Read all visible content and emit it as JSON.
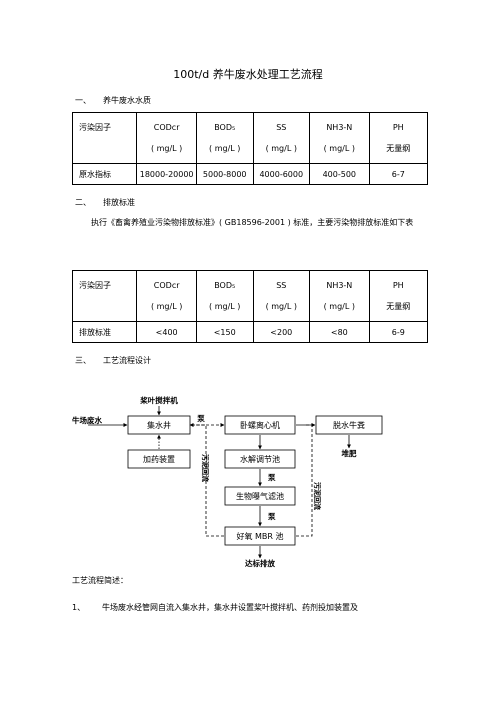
{
  "doc": {
    "title": "100t/d 养牛废水处理工艺流程",
    "s1": {
      "num": "一、",
      "title": "养牛废水水质"
    },
    "s2": {
      "num": "二、",
      "title": "排放标准"
    },
    "s3": {
      "num": "三、",
      "title": "工艺流程设计"
    },
    "para": "执行《畜禽养殖业污染物排放标准》( GB18596-2001 ) 标准，主要污染物排放标准如下表",
    "summary_title": "工艺流程简述：",
    "summary_item": {
      "num": "1、",
      "text": "牛场废水经管网自流入集水井，集水井设置桨叶搅拌机、药剂投加装置及"
    }
  },
  "table1": {
    "header": {
      "label": "污染因子",
      "cols": [
        {
          "name": "CODcr",
          "unit": "( mg/L )"
        },
        {
          "name": "BOD₅",
          "unit": "( mg/L )"
        },
        {
          "name": "SS",
          "unit": "( mg/L )"
        },
        {
          "name": "NH3-N",
          "unit": "( mg/L )"
        },
        {
          "name": "PH",
          "unit": "无量纲"
        }
      ]
    },
    "row": {
      "label": "原水指标",
      "values": [
        "18000-20000",
        "5000-8000",
        "4000-6000",
        "400-500",
        "6-7"
      ]
    }
  },
  "table2": {
    "header": {
      "label": "污染因子",
      "cols": [
        {
          "name": "CODcr",
          "unit": "( mg/L )"
        },
        {
          "name": "BOD₅",
          "unit": "( mg/L )"
        },
        {
          "name": "SS",
          "unit": "( mg/L )"
        },
        {
          "name": "NH3-N",
          "unit": "( mg/L )"
        },
        {
          "name": "PH",
          "unit": "无量纲"
        }
      ]
    },
    "row": {
      "label": "排放标准",
      "values": [
        "<400",
        "<150",
        "<200",
        "<80",
        "6-9"
      ]
    }
  },
  "diagram": {
    "inflow_label": "牛场废水",
    "mixer_label": "桨叶搅拌机",
    "pump_label": "泵",
    "nodes": {
      "collection_well": "集水井",
      "dosing": "加药装置",
      "centrifuge": "卧螺离心机",
      "dewatered": "脱水牛粪",
      "regulating_tank": "水解调节池",
      "bio_filter": "生物曝气滤池",
      "mbr": "好氧 MBR 池"
    },
    "fertilizer_label": "堆肥",
    "sludge_left_label": "污泥回流",
    "sludge_right_label": "污泥回流",
    "discharge_label": "达标排放"
  },
  "colors": {
    "line": "#000000"
  }
}
